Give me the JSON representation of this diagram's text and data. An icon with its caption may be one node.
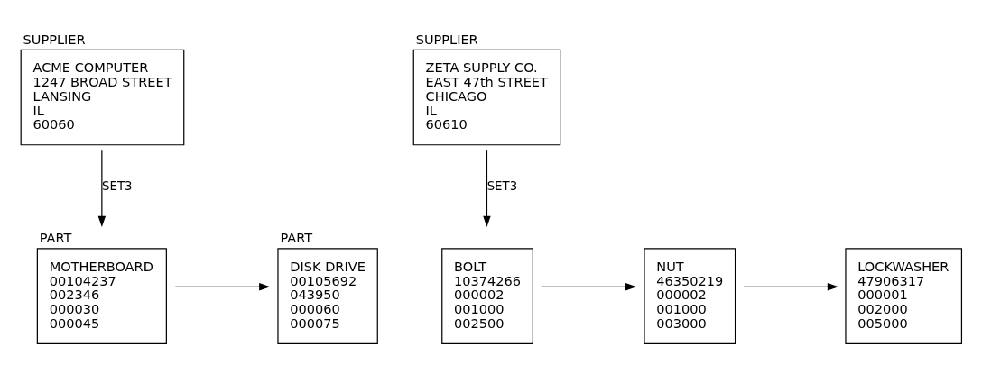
{
  "diagram": {
    "nodes": [
      {
        "text": [
          "SUPPLIER",
          "ACME COMPUTER",
          "1247 BROAD STREET",
          "LANSING",
          "IL",
          "60060"
        ]
      },
      {
        "text": [
          "SUPPLIER",
          "ZETA SUPPLY CO.",
          "EAST 47th STREET",
          "CHICAGO",
          "IL",
          "60610"
        ]
      },
      {
        "text": [
          "PART",
          "MOTHERBOARD",
          "00104237",
          "002346",
          "000030",
          "000045"
        ]
      },
      {
        "text": [
          "PART",
          "DISK DRIVE",
          "00105692",
          "043950",
          "000060",
          "000075"
        ]
      },
      {
        "text": [
          "BOLT",
          "10374266",
          "000002",
          "001000",
          "002500"
        ]
      },
      {
        "text": [
          "NUT",
          "46350219",
          "000002",
          "001000",
          "003000"
        ]
      },
      {
        "text": [
          "LOCKWASHER",
          "47906317",
          "000001",
          "002000",
          "005000"
        ]
      }
    ],
    "edges": [
      {
        "from": 0,
        "to": 2,
        "arrow": "to",
        "label": "SET3"
      },
      {
        "from": 2,
        "to": 3,
        "arrow": "to"
      },
      {
        "from": 1,
        "to": 4,
        "arrow": "to",
        "label": "SET3"
      },
      {
        "from": 4,
        "to": 5,
        "arrow": "to"
      },
      {
        "from": 5,
        "to": 6,
        "arrow": "to"
      }
    ]
  }
}
